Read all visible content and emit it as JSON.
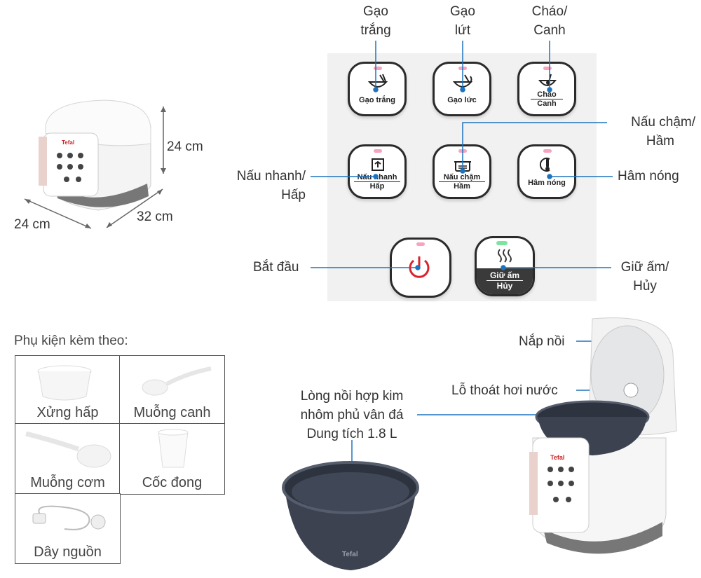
{
  "dimensions": {
    "height": "24 cm",
    "depth": "24 cm",
    "width": "32 cm"
  },
  "brand": "Tefal",
  "panel_labels": {
    "white_rice": [
      "Gạo",
      "trắng"
    ],
    "brown_rice": [
      "Gạo",
      "lứt"
    ],
    "porridge": [
      "Cháo/",
      "Canh"
    ],
    "slow_cook": [
      "Nấu chậm/",
      "Hầm"
    ],
    "quick_cook": [
      "Nấu nhanh/",
      "Hấp"
    ],
    "reheat": "Hâm nóng",
    "start": "Bắt đầu",
    "keep_warm": [
      "Giữ ấm/",
      "Hủy"
    ]
  },
  "panel_buttons": {
    "white_rice": "Gạo trắng",
    "brown_rice": "Gạo lức",
    "porridge": [
      "Cháo",
      "Canh"
    ],
    "quick_cook": [
      "Nấu nhanh",
      "Hấp"
    ],
    "slow_cook": [
      "Nấu chậm",
      "Hầm"
    ],
    "reheat": "Hâm nóng",
    "keep_warm": [
      "Giữ ấm",
      "Hủy"
    ]
  },
  "accessories": {
    "title": "Phụ kiện kèm theo:",
    "items": [
      "Xửng hấp",
      "Muỗng canh",
      "Muỗng cơm",
      "Cốc đong",
      "Dây nguồn"
    ]
  },
  "inner_pot": [
    "Lòng nồi hợp kim",
    "nhôm phủ vân đá",
    "Dung tích 1.8 L"
  ],
  "parts": {
    "lid": "Nắp nồi",
    "steam_vent": "Lỗ thoát hơi nước"
  },
  "colors": {
    "accent_blue": "#1e73be",
    "led_pink": "#f7a3bd",
    "power_red": "#d9232d"
  }
}
